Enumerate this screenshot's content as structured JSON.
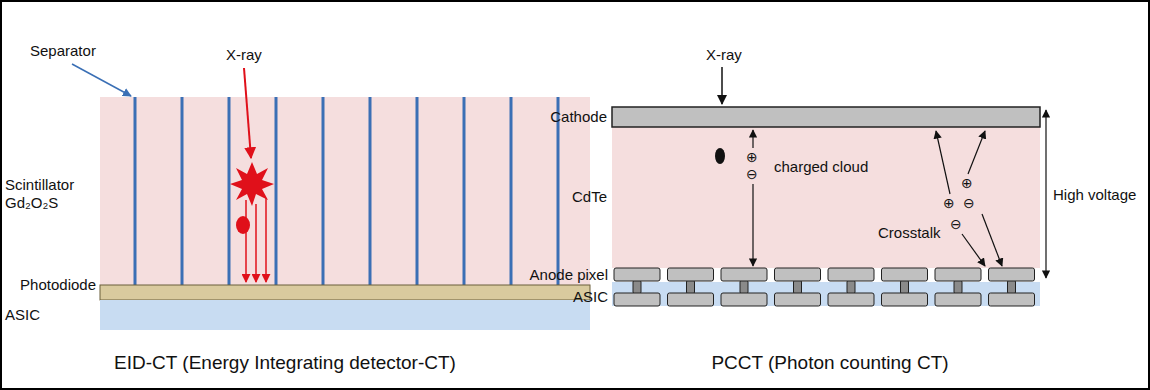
{
  "diagram": {
    "labels": [
      "Separator",
      "X-ray",
      "Scintillator Gd₂O₂S",
      "Photodiode",
      "ASIC",
      "EID-CT (Energy Integrating detector-CT)",
      "X-ray",
      "Cathode",
      "CdTe",
      "⊕",
      "⊖",
      "charged cloud",
      "⊕",
      "⊕",
      "⊖",
      "⊖",
      "Crosstalk",
      "High voltage",
      "Anode pixel",
      "ASIC",
      "PCCT (Photon counting CT)"
    ]
  }
}
